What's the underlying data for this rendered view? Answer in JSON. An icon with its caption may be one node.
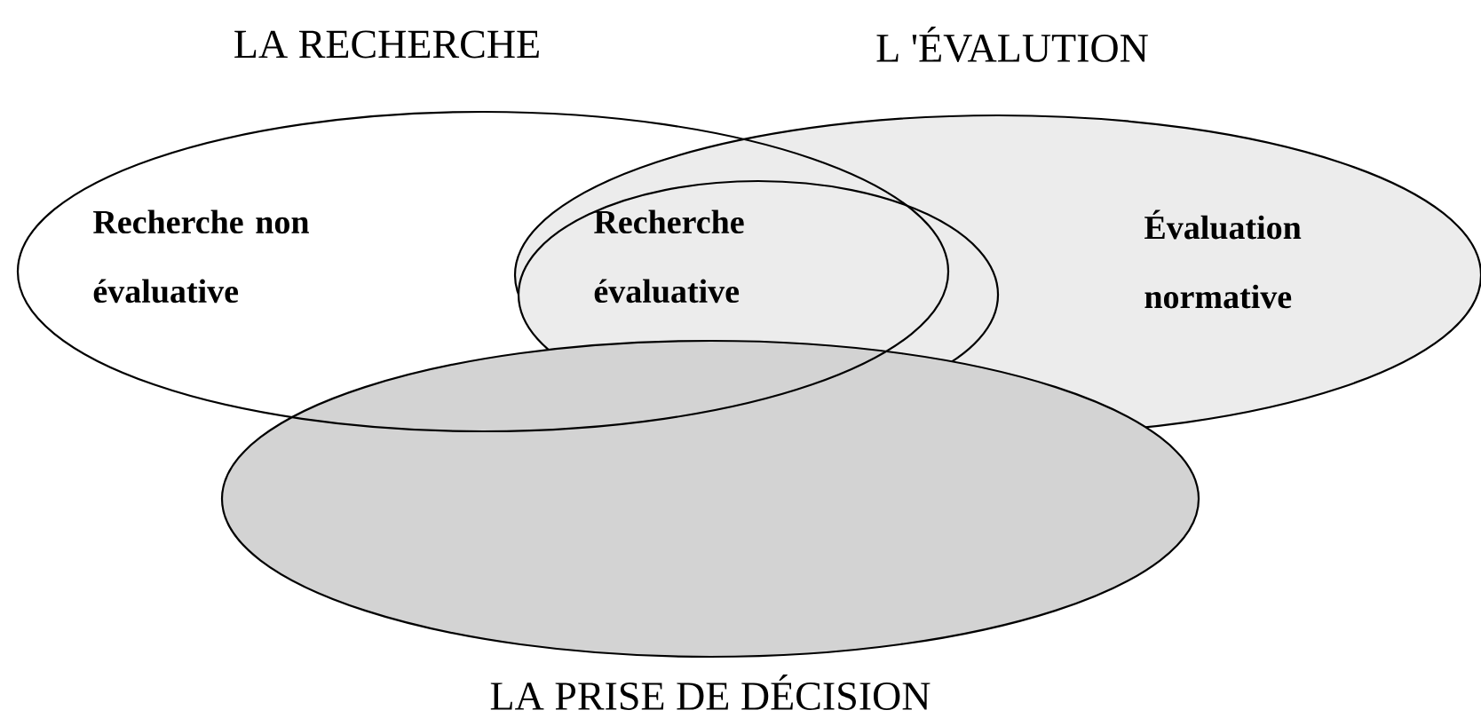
{
  "diagram": {
    "nodes": [
      {
        "text": [
          "LA RECHERCHE",
          "Recherche non évaluative"
        ]
      },
      {
        "text": [
          "L 'ÉVALUTION",
          "Évaluation normative"
        ]
      },
      {
        "text": [
          "Recherche évaluative"
        ],
        "in": 1
      },
      {
        "text": [
          "LA PRISE DE DÉCISION"
        ]
      }
    ]
  }
}
